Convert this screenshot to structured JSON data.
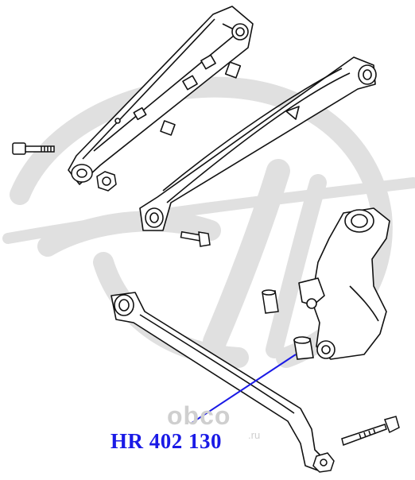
{
  "part_number": "HR 402 130",
  "watermark": {
    "text": "obco",
    "domain": ".ru"
  },
  "colors": {
    "label": "#1a1ae6",
    "leader": "#1a1ae6",
    "watermark": "#dedede",
    "drawing": "#111111"
  },
  "icons": [
    "bolt-icon",
    "bushing-icon",
    "nut-icon"
  ]
}
